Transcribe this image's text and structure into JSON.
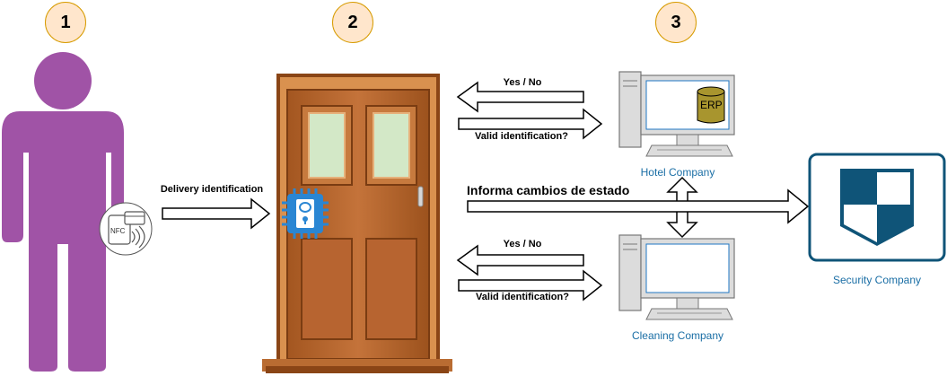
{
  "badges": {
    "one": "1",
    "two": "2",
    "three": "3"
  },
  "nfc": {
    "text": "NFC"
  },
  "hotel": {
    "db_label": "ERP",
    "name": "Hotel Company"
  },
  "cleaning": {
    "name": "Cleaning Company"
  },
  "security": {
    "name": "Security Company"
  },
  "edges": {
    "delivery": "Delivery identification",
    "hotel_reply": "Yes / No",
    "hotel_query": "Valid identification?",
    "cleaning_reply": "Yes / No",
    "cleaning_query": "Valid identification?",
    "state_changes": "Informa cambios de estado"
  },
  "colors": {
    "person": "#a053a6",
    "badge_fill": "#ffe6cc",
    "badge_stroke": "#d79b00",
    "door": "#b5652a",
    "chip": "#2a86d3",
    "security": "#0f5478",
    "monitor_screen": "#1f77c4",
    "label_blue": "#1a6ea5"
  }
}
